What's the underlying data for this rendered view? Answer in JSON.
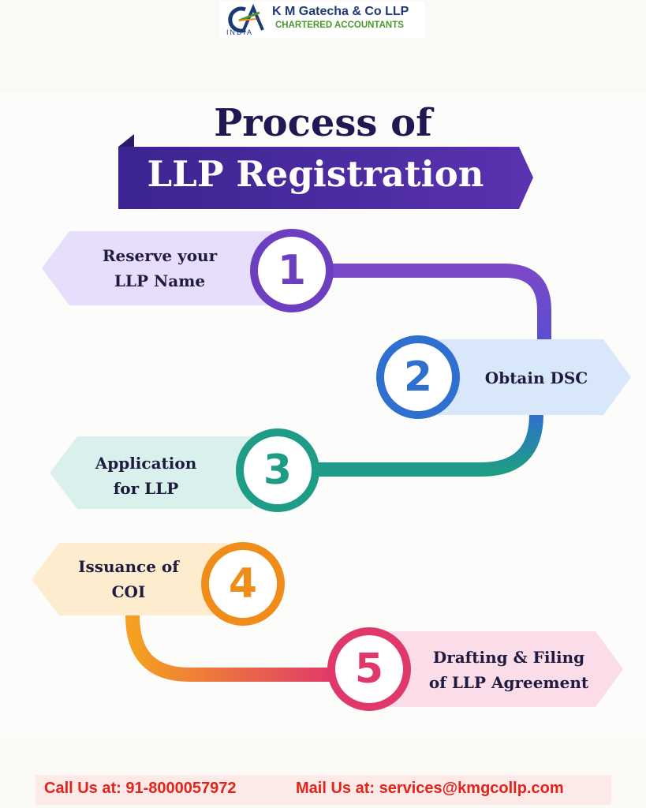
{
  "brand": {
    "mark": "CA",
    "country": "INDIA",
    "name": "K M Gatecha & Co LLP",
    "subtitle": "CHARTERED ACCOUNTANTS"
  },
  "title": {
    "line1": "Process of",
    "line2": "LLP Registration"
  },
  "steps": [
    {
      "number": "1",
      "label_line1": "Reserve your",
      "label_line2": "LLP Name",
      "color": "#6b3fbf"
    },
    {
      "number": "2",
      "label_line1": "Obtain DSC",
      "label_line2": "",
      "color": "#2f6fd0"
    },
    {
      "number": "3",
      "label_line1": "Application",
      "label_line2": "for LLP",
      "color": "#1f9c86"
    },
    {
      "number": "4",
      "label_line1": "Issuance of",
      "label_line2": "COI",
      "color": "#f08c1a"
    },
    {
      "number": "5",
      "label_line1": "Drafting & Filing",
      "label_line2": "of LLP Agreement",
      "color": "#e0386a"
    }
  ],
  "footer": {
    "call": "Call Us at: 91-8000057972",
    "mail": "Mail Us at: services@kmgcollp.com"
  },
  "colors": {
    "banner": "#4a2a9a",
    "title_text": "#1f1853",
    "footer_text": "#e2231a",
    "footer_background": "#fbeae8"
  }
}
